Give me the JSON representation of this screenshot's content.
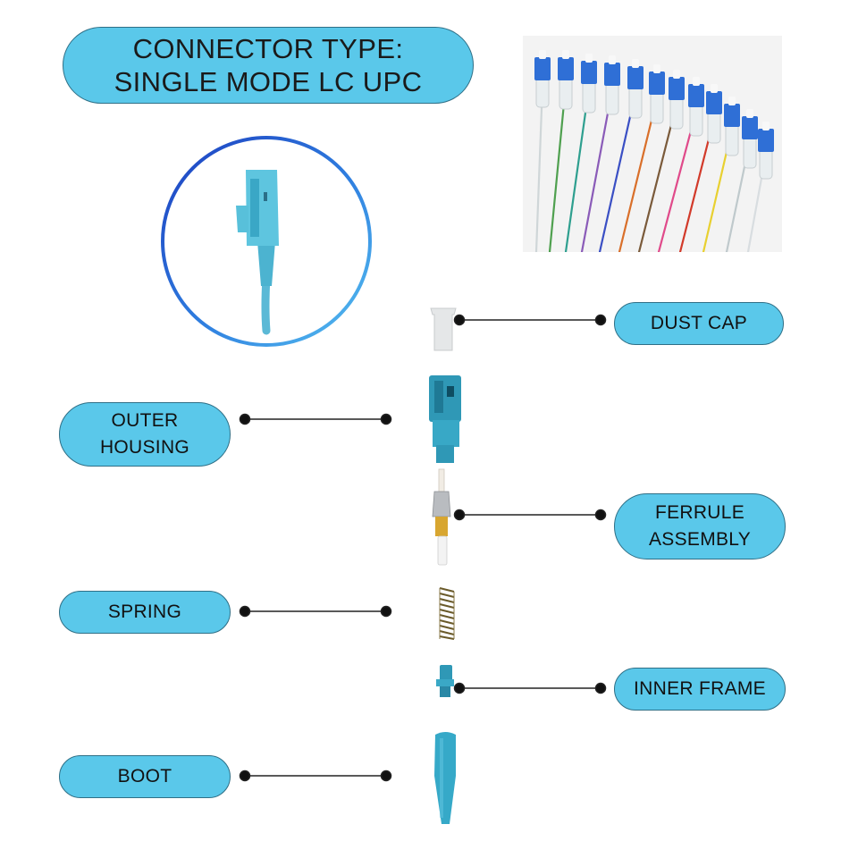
{
  "title": {
    "line1": "CONNECTOR TYPE:",
    "line2": "SINGLE MODE LC UPC"
  },
  "labels": {
    "dust_cap": "DUST CAP",
    "outer_housing_1": "OUTER",
    "outer_housing_2": "HOUSING",
    "ferrule_1": "FERRULE",
    "ferrule_2": "ASSEMBLY",
    "spring": "SPRING",
    "inner_frame": "INNER FRAME",
    "boot": "BOOT"
  },
  "colors": {
    "pill_fill": "#5ac8ea",
    "connector_blue": "#2b8fb0",
    "photo_connector_blue": "#2f6fd6",
    "circle_ring": "#2a5fd0"
  }
}
